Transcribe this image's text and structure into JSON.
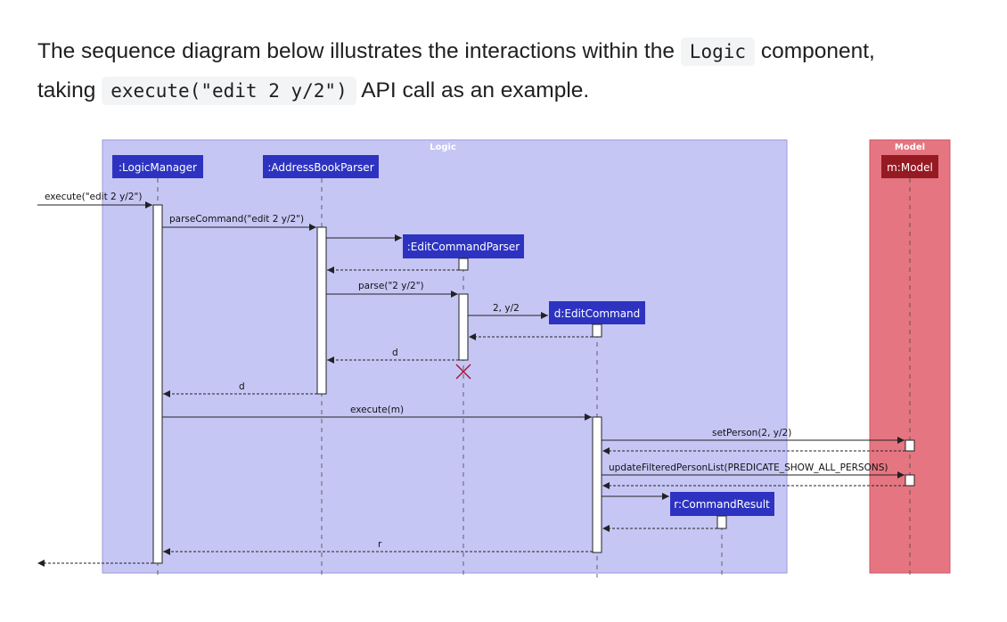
{
  "intro": {
    "line1_before": "The sequence diagram below illustrates the interactions within the",
    "code1": "Logic",
    "line1_after": "component,",
    "line2_before": "taking",
    "code2": "execute(\"edit 2 y/2\")",
    "line2_after": "API call as an example."
  },
  "diagram": {
    "boxes": {
      "logic": {
        "title": "Logic"
      },
      "model": {
        "title": "Model"
      }
    },
    "participants": {
      "logic_manager": ":LogicManager",
      "address_book_parser": ":AddressBookParser",
      "edit_command_parser": ":EditCommandParser",
      "edit_command": "d:EditCommand",
      "command_result": "r:CommandResult",
      "model": "m:Model"
    },
    "messages": {
      "execute_call": "execute(\"edit 2 y/2\")",
      "parse_command": "parseCommand(\"edit 2 y/2\")",
      "parse": "parse(\"2 y/2\")",
      "new_edit_command": "2, y/2",
      "return_d_parser": "d",
      "return_d_abp": "d",
      "execute_m": "execute(m)",
      "set_person": "setPerson(2, y/2)",
      "update_filtered": "updateFilteredPersonList(PREDICATE_SHOW_ALL_PERSONS)",
      "return_r": "r"
    },
    "colors": {
      "logic_box": "#c6c6f5",
      "model_box": "#e57681",
      "participant_logic": "#2d33c0",
      "participant_model": "#961a22",
      "destroy": "#a8163a"
    }
  }
}
